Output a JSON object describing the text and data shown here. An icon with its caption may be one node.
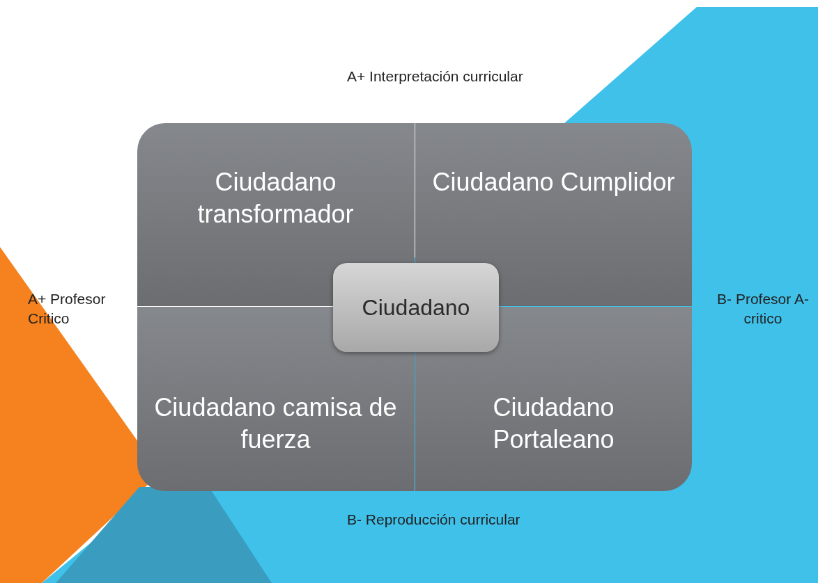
{
  "diagram": {
    "nodes": [
      {
        "text": [
          "Ciudadano transformador"
        ]
      },
      {
        "text": [
          "Ciudadano Cumplidor"
        ]
      },
      {
        "text": [
          "Ciudadano"
        ]
      },
      {
        "text": [
          "Ciudadano camisa de fuerza"
        ]
      },
      {
        "text": [
          "Ciudadano Portaleano"
        ]
      }
    ],
    "labels": [
      "A+ Interpretación curricular",
      "A+ Profesor Critico",
      "B- Profesor A-critico",
      "B- Reproducción curricular"
    ]
  }
}
